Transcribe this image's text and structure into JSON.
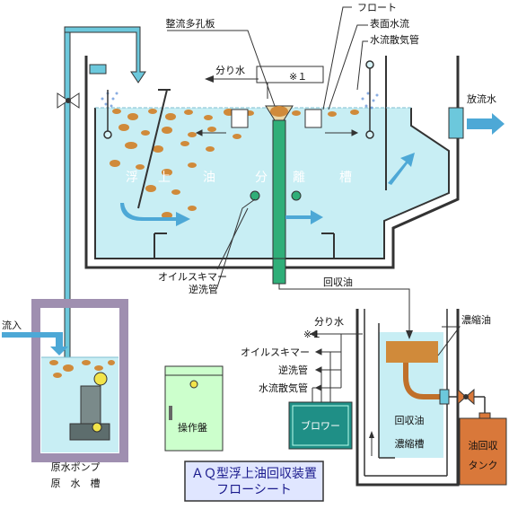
{
  "title": {
    "line1": "ＡＱ型浮上油回収装置",
    "line2": "フローシート"
  },
  "labels": {
    "perforated_plate": "整流多孔板",
    "float": "フロート",
    "surface_flow": "表面水流",
    "diffuser_pipe": "水流散気管",
    "separated_water": "分り水",
    "note_ref": "※１",
    "discharge": "放流水",
    "tank_chars": [
      "浮",
      "上",
      "油",
      "分",
      "離",
      "槽"
    ],
    "oil_skimmer": "オイルスキマー",
    "backwash_pipe": "逆洗管",
    "recovered_oil": "回収油",
    "inflow": "流入",
    "raw_pump": "原水ポンプ",
    "raw_tank": "原　水　槽",
    "control_panel": "操作盤",
    "blower": "ブロワー",
    "concentrated_oil": "濃縮油",
    "recovery_tank_line1": "回収油",
    "recovery_tank_line2": "濃縮槽",
    "oil_tank_line1": "油回収",
    "oil_tank_line2": "タンク",
    "legend_separated_water": "分り水",
    "legend_note": "※１",
    "legend_oil_skimmer": "オイルスキマー",
    "legend_backwash": "逆洗管",
    "legend_diffuser": "水流散気管"
  },
  "colors": {
    "water": "#c8eef4",
    "pipe": "#6cc8dc",
    "oil": "#d08a3a",
    "oil_dark": "#c0702a",
    "skimmer": "#2fae78",
    "frame": "#333333",
    "blower": "#1f8f86",
    "panel": "#ccffcc",
    "oil_tank": "#d9783a",
    "title_box": "#e0e6ff"
  }
}
